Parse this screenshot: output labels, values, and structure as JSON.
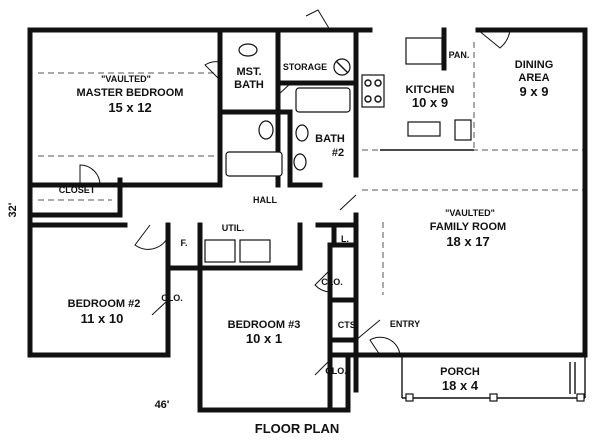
{
  "rooms": {
    "master": {
      "note": "\"VAULTED\"",
      "name": "MASTER BEDROOM",
      "size": "15 x 12"
    },
    "mst_bath": {
      "line1": "MST.",
      "line2": "BATH"
    },
    "storage": {
      "name": "STORAGE"
    },
    "pan": {
      "name": "PAN."
    },
    "kitchen": {
      "name": "KITCHEN",
      "size": "10 x 9"
    },
    "dining": {
      "line1": "DINING",
      "line2": "AREA",
      "size": "9 x 9"
    },
    "bath2": {
      "line1": "BATH",
      "line2": "#2"
    },
    "closet": {
      "name": "CLOSET"
    },
    "hall": {
      "name": "HALL"
    },
    "family": {
      "note": "\"VAULTED\"",
      "name": "FAMILY ROOM",
      "size": "18 x 17"
    },
    "util": {
      "name": "UTIL."
    },
    "f": {
      "name": "F."
    },
    "l": {
      "name": "L."
    },
    "bed2": {
      "name": "BEDROOM #2",
      "size": "11 x 10"
    },
    "clo1": {
      "name": "CLO."
    },
    "bed3": {
      "name": "BEDROOM #3",
      "size": "10 x 1"
    },
    "clo2": {
      "name": "CLO."
    },
    "clo3": {
      "name": "CLO."
    },
    "cts": {
      "name": "CTS."
    },
    "entry": {
      "name": "ENTRY"
    },
    "porch": {
      "name": "PORCH",
      "size": "18 x 4"
    }
  },
  "dimensions": {
    "depth": "32'",
    "width": "46'"
  },
  "title": "FLOOR PLAN"
}
